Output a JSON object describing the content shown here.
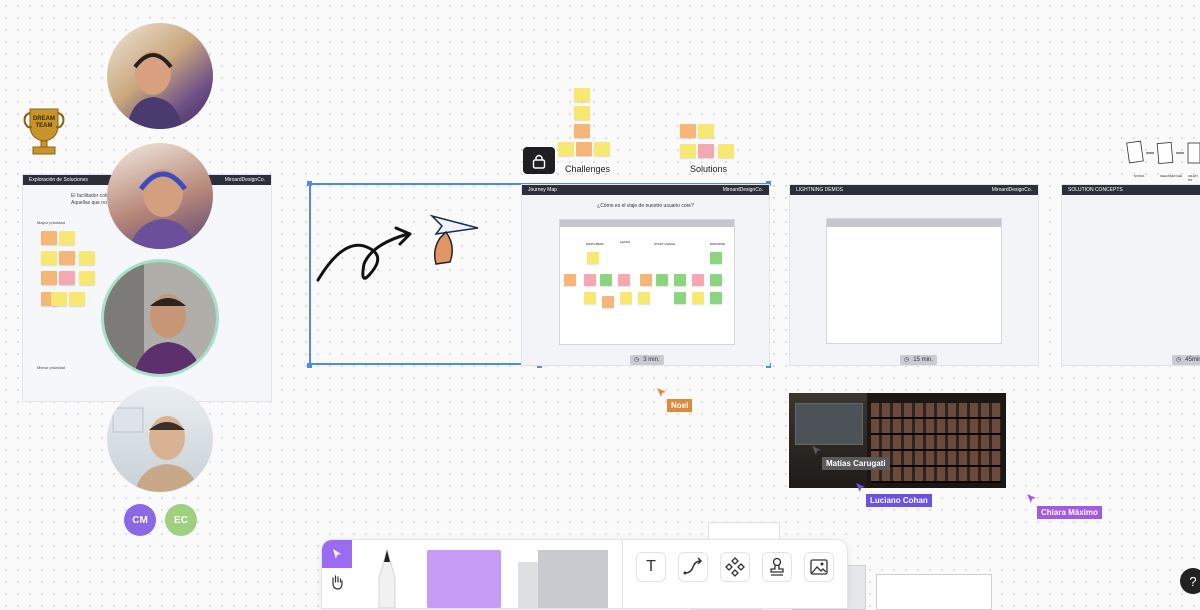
{
  "board": {
    "left_frame": {
      "title": "Exploración de Soluciones",
      "brand": "MiroardDesignCo.",
      "body_line1": "El facilitador colocará…",
      "body_line2": "Aquellas que no h…",
      "priority_high": "Mayor prioridad",
      "priority_low": "Menor prioridad"
    },
    "trophy": {
      "line1": "DREAM",
      "line2": "TEAM"
    },
    "clusters": {
      "challenges_label": "Challenges",
      "solutions_label": "Solutions"
    },
    "journey_frame": {
      "title": "Journey Map",
      "brand": "MiroardDesignCo.",
      "question": "¿Cómo es el viaje de nuestro usuario core?",
      "col1": "DESCUBRIR",
      "col2": "LEARN",
      "col3": "START USAGE",
      "col4": "ENDORSE",
      "timer": "3 min."
    },
    "lightning_frame": {
      "title": "LIGHTNING DEMOS",
      "brand": "MiroardDesignCo.",
      "timer": "15 min."
    },
    "concepts_frame": {
      "title": "SOLUTION CONCEPTS",
      "timer": "45min"
    },
    "mini_flow": {
      "label1": "NOTES",
      "label2": "IDEA/SKETCHE",
      "label3": "CRAZY 8'S"
    }
  },
  "cursors": [
    {
      "name": "Noel",
      "color": "#e0893b"
    },
    {
      "name": "Matías Carugati",
      "color": "#5a5a5a"
    },
    {
      "name": "Luciano Cohan",
      "color": "#6a52e8"
    },
    {
      "name": "Chiara Máximo",
      "color": "#a259e6"
    }
  ],
  "participants": {
    "initials": [
      {
        "text": "CM",
        "color": "#8b68e6"
      },
      {
        "text": "EC",
        "color": "#9fd07f"
      }
    ]
  },
  "toolbar": {
    "accent": "#9b6bf2",
    "sticky_color": "#c79cf7",
    "help": "?"
  }
}
